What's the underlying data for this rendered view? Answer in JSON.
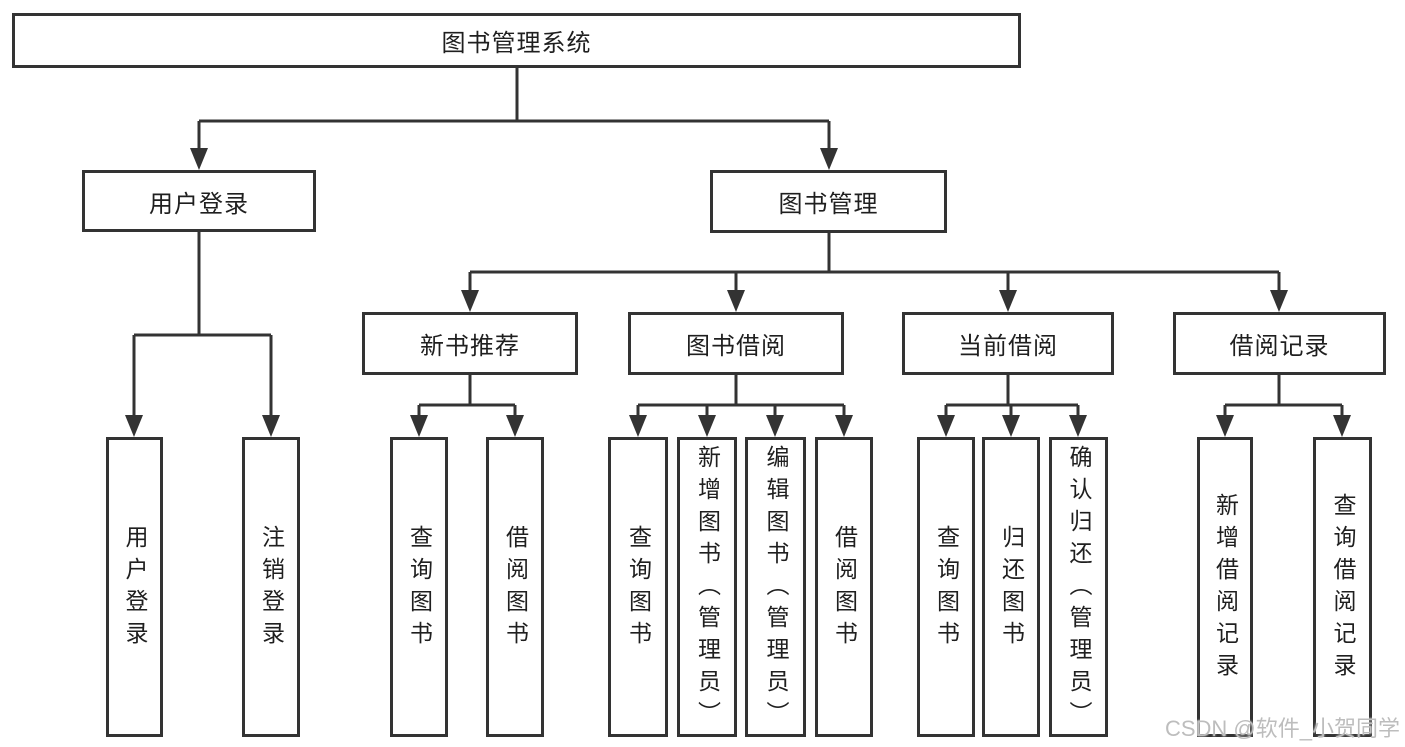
{
  "diagram": {
    "root": {
      "label": "图书管理系统"
    },
    "branches": [
      {
        "label": "用户登录",
        "children": [
          {
            "label": "用户登录"
          },
          {
            "label": "注销登录"
          }
        ]
      },
      {
        "label": "图书管理",
        "children": [
          {
            "label": "新书推荐",
            "children": [
              {
                "label": "查询图书"
              },
              {
                "label": "借阅图书"
              }
            ]
          },
          {
            "label": "图书借阅",
            "children": [
              {
                "label": "查询图书"
              },
              {
                "label": "新增图书（管理员）"
              },
              {
                "label": "编辑图书（管理员）"
              },
              {
                "label": "借阅图书"
              }
            ]
          },
          {
            "label": "当前借阅",
            "children": [
              {
                "label": "查询图书"
              },
              {
                "label": "归还图书"
              },
              {
                "label": "确认归还（管理员）"
              }
            ]
          },
          {
            "label": "借阅记录",
            "children": [
              {
                "label": "新增借阅记录"
              },
              {
                "label": "查询借阅记录"
              }
            ]
          }
        ]
      }
    ]
  },
  "watermark": "CSDN @软件_小贺同学",
  "colors": {
    "line": "#333333",
    "text": "#1f1f1f",
    "background": "#ffffff",
    "watermark": "#bdbdbd"
  }
}
